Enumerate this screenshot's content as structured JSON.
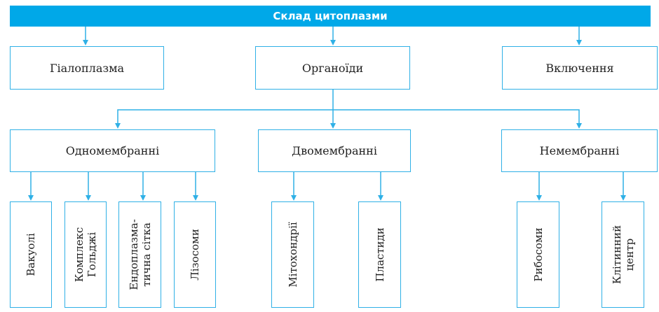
{
  "title": "Склад цитоплазми",
  "level1": [
    "Гіалоплазма",
    "Органоїди",
    "Включення"
  ],
  "level2": [
    "Одномембранні",
    "Двомембранні",
    "Немембранні"
  ],
  "level3": [
    "Вакуолі",
    "Комплекс\nГольджі",
    "Ендоплазма-\nтична сітка",
    "Лізосоми",
    "Мітохондрії",
    "Пластиди",
    "Рибосоми",
    "Клітинний\nцентр"
  ],
  "colors": {
    "accent": "#00a8e8",
    "border": "#2fb0e6"
  }
}
